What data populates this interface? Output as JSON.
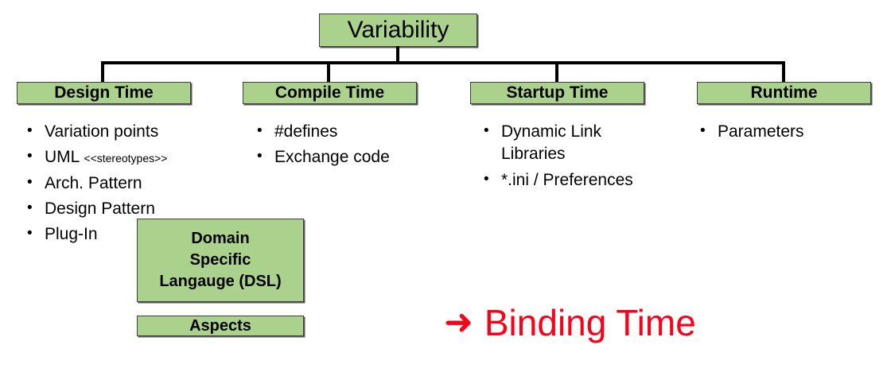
{
  "diagram": {
    "root": {
      "label": "Variability"
    },
    "columns": [
      {
        "header": "Design Time",
        "bullets": [
          {
            "text": "Variation points",
            "small": ""
          },
          {
            "text": "UML ",
            "small": "<<stereotypes>>"
          },
          {
            "text": "Arch. Pattern",
            "small": ""
          },
          {
            "text": "Design Pattern",
            "small": ""
          },
          {
            "text": "Plug-In",
            "small": ""
          }
        ]
      },
      {
        "header": "Compile Time",
        "bullets": [
          {
            "text": "#defines",
            "small": ""
          },
          {
            "text": "Exchange code",
            "small": ""
          }
        ]
      },
      {
        "header": "Startup Time",
        "bullets": [
          {
            "text": "Dynamic Link Libraries",
            "small": ""
          },
          {
            "text": "*.ini / Preferences",
            "small": ""
          }
        ]
      },
      {
        "header": "Runtime",
        "bullets": [
          {
            "text": "Parameters",
            "small": ""
          }
        ]
      }
    ],
    "extra_boxes": [
      {
        "line1": "Domain",
        "line2": "Specific",
        "line3": "Langauge (DSL)"
      },
      {
        "line1": "Aspects"
      }
    ],
    "callout": {
      "arrow_icon": "right-arrow-icon",
      "arrow_glyph": "➜",
      "label": "Binding Time"
    },
    "bullet_glyph": "•",
    "colors": {
      "box_fill": "#aad28c",
      "box_border": "#3f3f3f",
      "connector": "#000000",
      "callout_red": "#fa0019",
      "text": "#000000"
    }
  }
}
